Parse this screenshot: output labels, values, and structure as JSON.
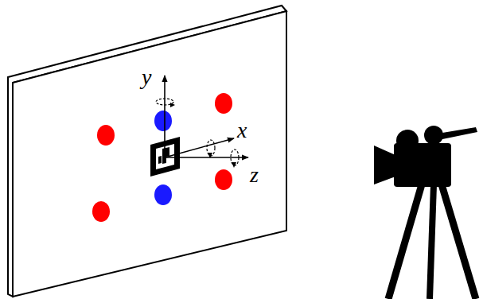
{
  "diagram": {
    "labels": [
      "y",
      "x",
      "z"
    ]
  }
}
